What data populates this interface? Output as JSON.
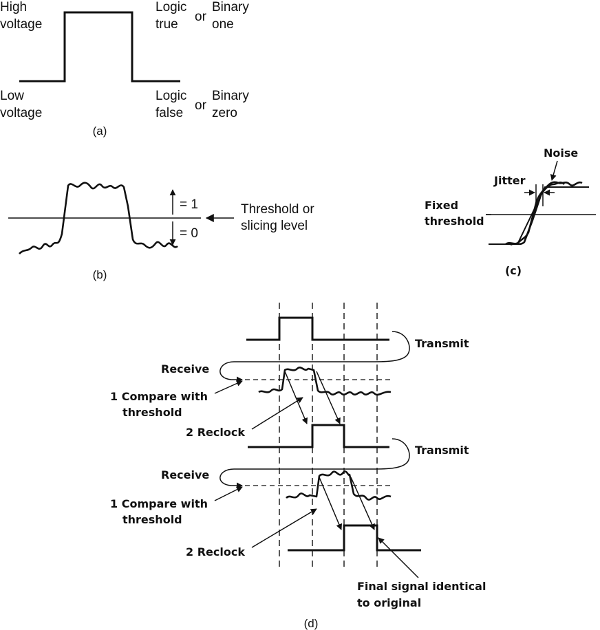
{
  "panel_a": {
    "high_voltage": [
      "High",
      "voltage"
    ],
    "low_voltage": [
      "Low",
      "voltage"
    ],
    "logic_true": [
      "Logic",
      "true"
    ],
    "logic_false": [
      "Logic",
      "false"
    ],
    "or_top": "or",
    "or_bottom": "or",
    "binary_one": [
      "Binary",
      "one"
    ],
    "binary_zero": [
      "Binary",
      "zero"
    ],
    "caption": "(a)"
  },
  "panel_b": {
    "above_label": "= 1",
    "below_label": "= 0",
    "threshold_label": [
      "Threshold or",
      "slicing level"
    ],
    "caption": "(b)"
  },
  "panel_c": {
    "noise": "Noise",
    "jitter": "Jitter",
    "fixed_threshold": [
      "Fixed",
      "threshold"
    ],
    "caption": "(c)"
  },
  "panel_d": {
    "transmit_1": "Transmit",
    "transmit_2": "Transmit",
    "receive_1": "Receive",
    "receive_2": "Receive",
    "compare_1": [
      "1 Compare with",
      "threshold"
    ],
    "compare_2": [
      "1 Compare with",
      "threshold"
    ],
    "reclock_1": "2 Reclock",
    "reclock_2": "2 Reclock",
    "final_note": [
      "Final signal identical",
      "to original"
    ],
    "caption": "(d)"
  },
  "colors": {
    "ink": "#111111",
    "background": "#ffffff"
  }
}
